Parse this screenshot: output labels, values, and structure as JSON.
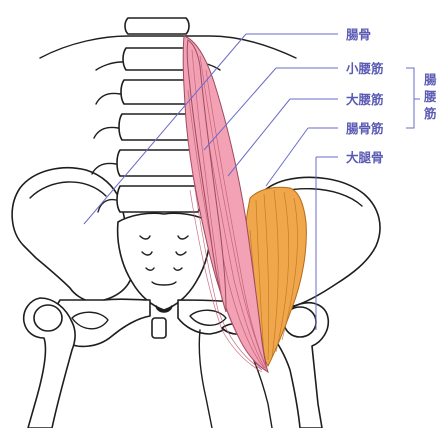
{
  "labels": {
    "ilium": "腸骨",
    "psoas_minor": "小腰筋",
    "psoas_major": "大腰筋",
    "iliacus": "腸骨筋",
    "femur": "大腿骨"
  },
  "group_label": [
    "腸",
    "腰",
    "筋"
  ],
  "colors": {
    "label_text": "#5a5ab4",
    "leader_line": "#6b6bc8",
    "psoas_muscle": "#f2a2b4",
    "iliacus_muscle": "#f0a64b",
    "bone_outline": "#1e1e1e"
  }
}
